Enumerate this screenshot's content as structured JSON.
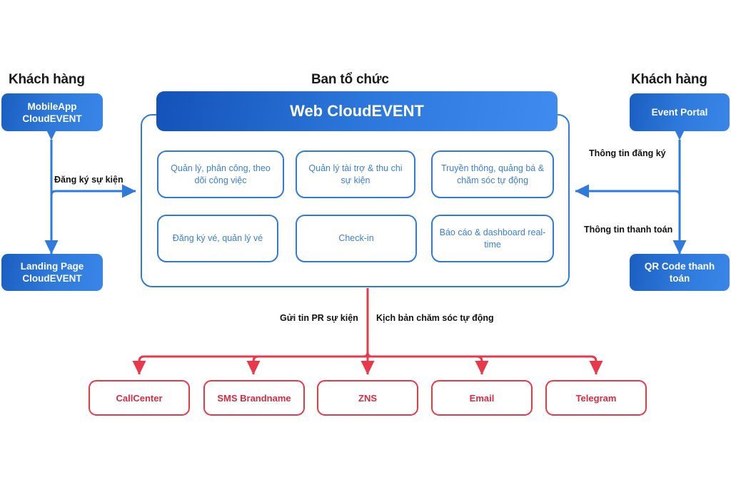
{
  "diagram": {
    "title_left": "Khách hàng",
    "title_center": "Ban tổ chức",
    "title_right": "Khách hàng",
    "colors": {
      "blue_line": "#2f7bdd",
      "blue_fill_dark": "#1452b8",
      "blue_fill_light": "#3f8bef",
      "feature_text": "#3a7fe0",
      "red_line": "#e8394a",
      "red_text": "#d92b41",
      "label_text": "#111111",
      "background": "#ffffff"
    }
  },
  "left_actors": [
    {
      "label": "MobileApp\nCloudEVENT",
      "line1": "MobileApp",
      "line2": "CloudEVENT"
    },
    {
      "label": "Landing Page\nCloudEVENT",
      "line1": "Landing Page",
      "line2": "CloudEVENT"
    }
  ],
  "right_actors": [
    {
      "label": "Event Portal"
    },
    {
      "label": "QR Code thanh toán"
    }
  ],
  "organizer": {
    "header": "Web CloudEVENT",
    "features": [
      {
        "text": "Quản lý, phân công, theo dõi công việc"
      },
      {
        "text": "Quản lý tài trợ & thu chi sự kiện"
      },
      {
        "text": "Truyền thông, quảng bá & chăm sóc tự động"
      },
      {
        "text": "Đăng ký vé, quản lý vé"
      },
      {
        "text": "Check-in"
      },
      {
        "text": "Báo cáo & dashboard real-time"
      }
    ]
  },
  "edge_labels": {
    "left_register": "Đăng ký sự kiện",
    "right_register": "Thông tin đăng ký",
    "right_payment": "Thông tin thanh toán",
    "bottom_left": "Gửi tin PR sự kiện",
    "bottom_right": "Kịch bản chăm sóc tự động"
  },
  "channels": [
    {
      "label": "CallCenter"
    },
    {
      "label": "SMS Brandname"
    },
    {
      "label": "ZNS"
    },
    {
      "label": "Email"
    },
    {
      "label": "Telegram"
    }
  ]
}
